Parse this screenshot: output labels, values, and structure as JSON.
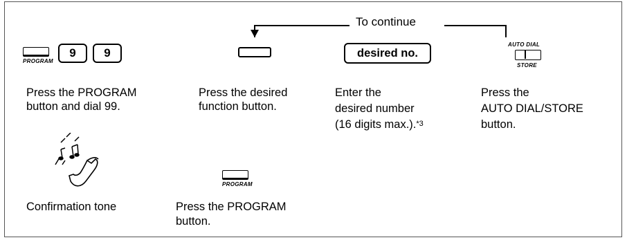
{
  "continue_label": "To continue",
  "step1": {
    "program_label": "PROGRAM",
    "digit1": "9",
    "digit2": "9",
    "caption_line1": "Press the PROGRAM",
    "caption_line2": "button and dial 99."
  },
  "step2": {
    "caption_line1": "Press the desired",
    "caption_line2": "function button."
  },
  "step3": {
    "key_label": "desired no.",
    "caption_line1": "Enter the",
    "caption_line2": "desired number",
    "caption_line3": "(16 digits max.).",
    "footnote": "*3"
  },
  "step4": {
    "key_top_label": "AUTO DIAL",
    "key_bottom_label": "STORE",
    "caption_line1": "Press the",
    "caption_line2": "AUTO DIAL/STORE",
    "caption_line3": "button."
  },
  "step5": {
    "caption": "Confirmation tone"
  },
  "step6": {
    "program_label": "PROGRAM",
    "caption_line1": "Press the PROGRAM",
    "caption_line2": "button."
  }
}
